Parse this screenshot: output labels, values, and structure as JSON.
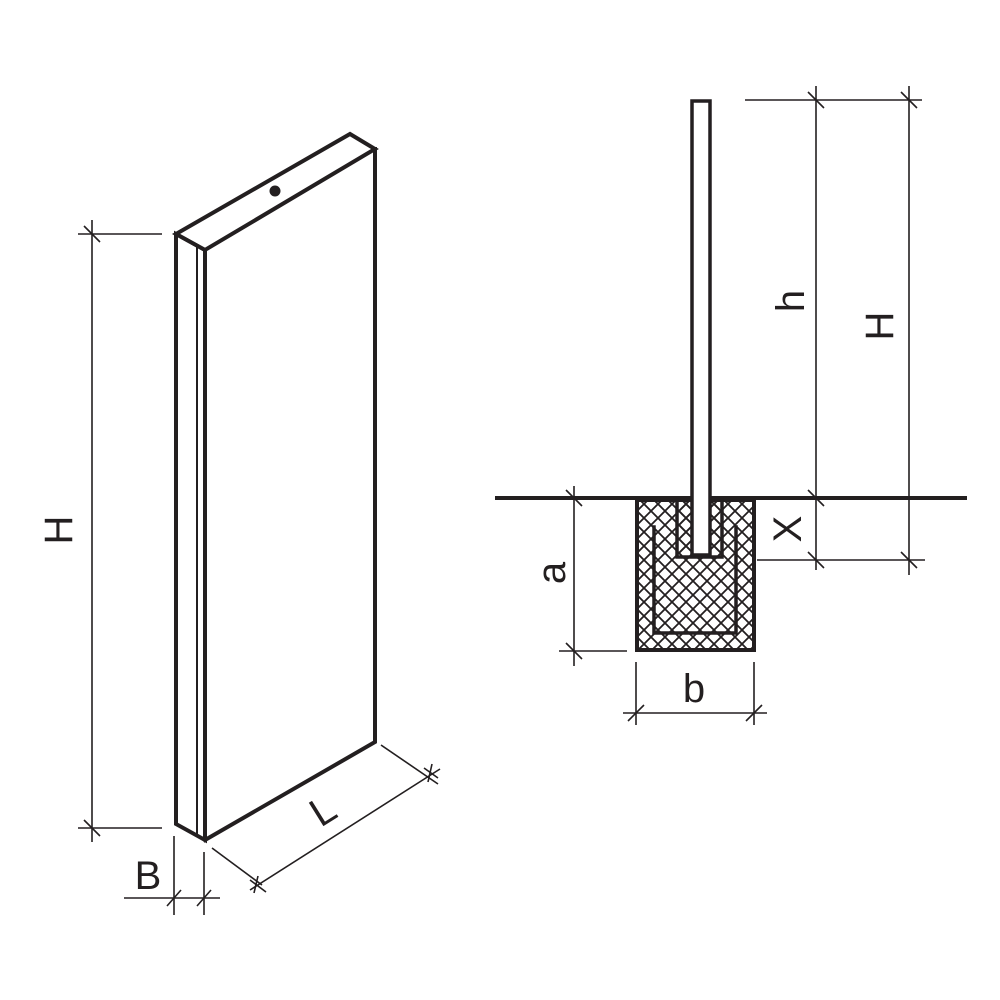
{
  "diagram": {
    "type": "technical-drawing",
    "description": "Concrete fence panel and post with foundation, dimensioned",
    "colors": {
      "line": "#231f20",
      "background": "#ffffff"
    },
    "left_view": {
      "name": "panel-isometric",
      "labels": {
        "height": "H",
        "thickness": "B",
        "length": "L"
      },
      "features": [
        "lifting-hole-dot",
        "chamfered-edge"
      ]
    },
    "right_view": {
      "name": "post-in-foundation-section",
      "labels": {
        "post_above_ground": "h",
        "total_height": "H",
        "embedment_depth": "X",
        "foundation_depth": "a",
        "foundation_width": "b"
      },
      "features": [
        "ground-line",
        "crosshatched-concrete-foundation",
        "u-shaped-socket"
      ]
    }
  }
}
